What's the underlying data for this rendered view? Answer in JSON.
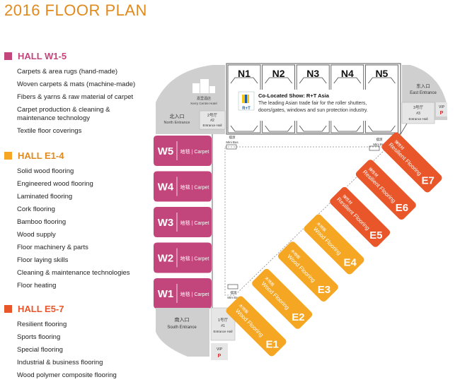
{
  "title": "2016 FLOOR PLAN",
  "legend": [
    {
      "name": "HALL W1-5",
      "color": "#c2457b",
      "items": [
        "Carpets & area rugs (hand-made)",
        "Woven carpets & mats (machine-made)",
        "Fibers & yarns & raw material of carpet",
        "Carpet production & cleaning &",
        "maintenance technology",
        "Textile floor coverings"
      ]
    },
    {
      "name": "HALL E1-4",
      "color": "#f5a623",
      "items": [
        "Solid wood flooring",
        "Engineered wood flooring",
        "Laminated flooring",
        "Cork flooring",
        "Bamboo flooring",
        "Wood supply",
        "Floor machinery & parts",
        "Floor laying skills",
        "Cleaning & maintenance technologies",
        "Floor heating"
      ]
    },
    {
      "name": "HALL E5-7",
      "color": "#e8562a",
      "items": [
        "Resilient flooring",
        "Sports flooring",
        "Special flooring",
        "Industrial & business flooring",
        "Wood polymer composite flooring"
      ]
    }
  ],
  "north_halls": [
    "N1",
    "N2",
    "N3",
    "N4",
    "N5"
  ],
  "colocated": {
    "logo": "R+T",
    "title": "Co-Located Show: R+T Asia",
    "line1": "The leading Asian trade fair for the roller shutters,",
    "line2": "doors/gates, windows and sun protection industry."
  },
  "west_halls": [
    {
      "name": "W5",
      "label": "地毯 | Carpet"
    },
    {
      "name": "W4",
      "label": "地毯 | Carpet"
    },
    {
      "name": "W3",
      "label": "地毯 | Carpet"
    },
    {
      "name": "W2",
      "label": "地毯 | Carpet"
    },
    {
      "name": "W1",
      "label": "地毯 | Carpet"
    }
  ],
  "east_halls": [
    {
      "name": "E7",
      "cn": "弹性材",
      "en": "Resilient Flooring",
      "color": "#e8562a"
    },
    {
      "name": "E6",
      "cn": "弹性材",
      "en": "Resilient Flooring",
      "color": "#e8562a"
    },
    {
      "name": "E5",
      "cn": "弹性材",
      "en": "Resilient Flooring",
      "color": "#e8562a"
    },
    {
      "name": "E4",
      "cn": "木地板",
      "en": "Wood Flooring",
      "color": "#f5a623"
    },
    {
      "name": "E3",
      "cn": "木地板",
      "en": "Wood Flooring",
      "color": "#f5a623"
    },
    {
      "name": "E2",
      "cn": "木地板",
      "en": "Wood Flooring",
      "color": "#f5a623"
    },
    {
      "name": "E1",
      "cn": "木地板",
      "en": "Wood Flooring",
      "color": "#f5a623"
    }
  ],
  "entrances": {
    "north_cn": "北入口",
    "north_en": "North Entrance",
    "east_cn": "东入口",
    "east_en": "East Entrance",
    "south_cn": "南入口",
    "south_en": "South Entrance",
    "hall2_cn": "2号厅",
    "hall2_num": "#2",
    "hall2_en": "Entrance Hall",
    "hall3_cn": "3号厅",
    "hall3_num": "#3",
    "hall3_en": "Entrance Hall",
    "hall1_cn": "1号厅",
    "hall1_num": "#1",
    "hall1_en": "Entrance Hall",
    "kerry_cn": "嘉里酒店",
    "kerry_en": "Kerry Centre Hotel",
    "vip": "VIP",
    "parking": "P",
    "minibus_cn": "摆渡",
    "minibus_en": "Mini Bus"
  }
}
